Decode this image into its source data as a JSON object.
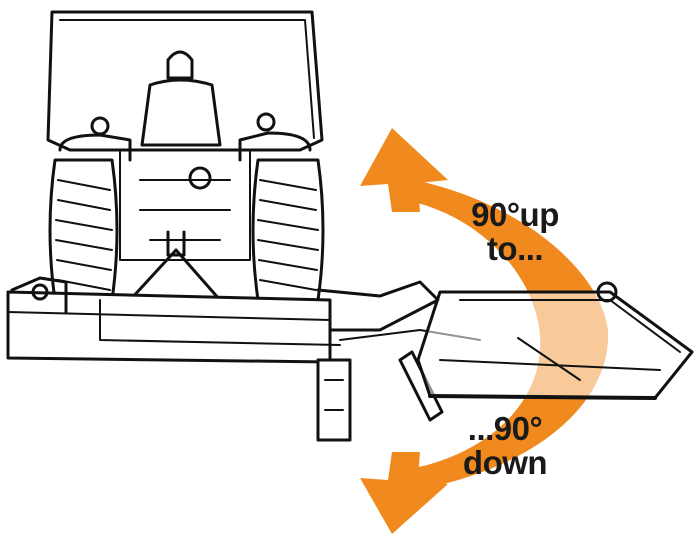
{
  "callout": {
    "up_line1": "90°up",
    "up_line2": "to...",
    "down_line1": "...90°",
    "down_line2": "down"
  },
  "colors": {
    "arrow": "#F08A1E",
    "ink": "#1a1a1a",
    "background": "#ffffff"
  },
  "icons": {
    "tractor": "tractor-rear-view-illustration",
    "mower": "side-mower-deck-illustration",
    "arrow": "curved-double-arrow"
  }
}
